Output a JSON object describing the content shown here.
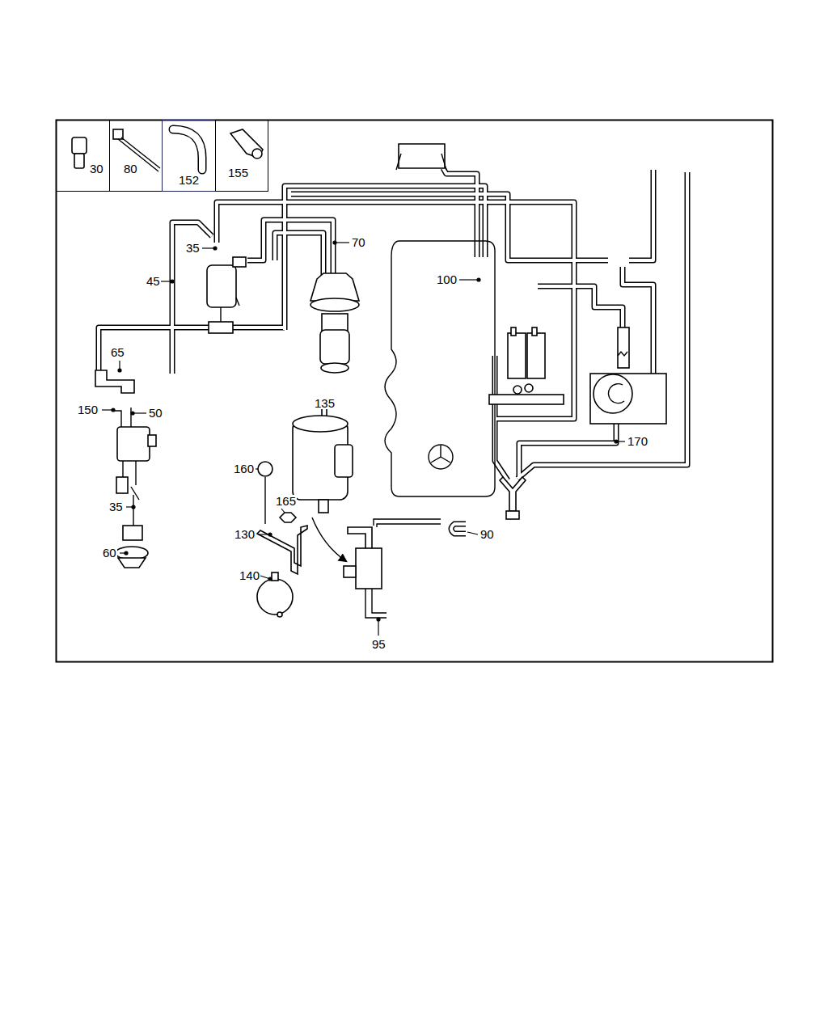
{
  "diagram": {
    "nodes": [
      {
        "text": [
          "30"
        ]
      },
      {
        "text": [
          "80"
        ]
      },
      {
        "text": [
          "152"
        ]
      },
      {
        "text": [
          "155"
        ]
      }
    ],
    "labels": [
      "70",
      "35",
      "100",
      "45",
      "65",
      "135",
      "150",
      "50",
      "170",
      "160",
      "165",
      "35",
      "130",
      "90",
      "60",
      "140",
      "95"
    ]
  }
}
